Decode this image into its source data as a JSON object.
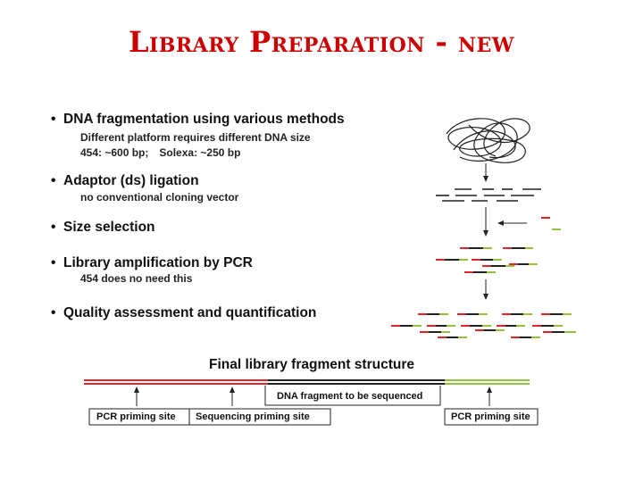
{
  "title": "Library Preparation - new",
  "steps": [
    {
      "label": "DNA fragmentation using various methods",
      "details": [
        "Different platform requires different DNA size",
        "454: ~600 bp;",
        "Solexa: ~250 bp"
      ]
    },
    {
      "label": "Adaptor (ds) ligation",
      "details": [
        "no conventional cloning vector"
      ]
    },
    {
      "label": "Size selection",
      "details": []
    },
    {
      "label": "Library amplification by PCR",
      "details": [
        "454 does no need this"
      ]
    },
    {
      "label": "Quality assessment and quantification",
      "details": []
    }
  ],
  "bullet_symbol": "•",
  "final_structure": {
    "title": "Final library fragment structure",
    "labels": [
      "PCR priming site",
      "Sequencing priming site",
      "DNA fragment to be sequenced",
      "PCR priming site"
    ]
  },
  "colors": {
    "title": "#cc0000",
    "adaptor_red": "#e0262b",
    "adaptor_green": "#93c23d",
    "fragment": "#222222"
  }
}
